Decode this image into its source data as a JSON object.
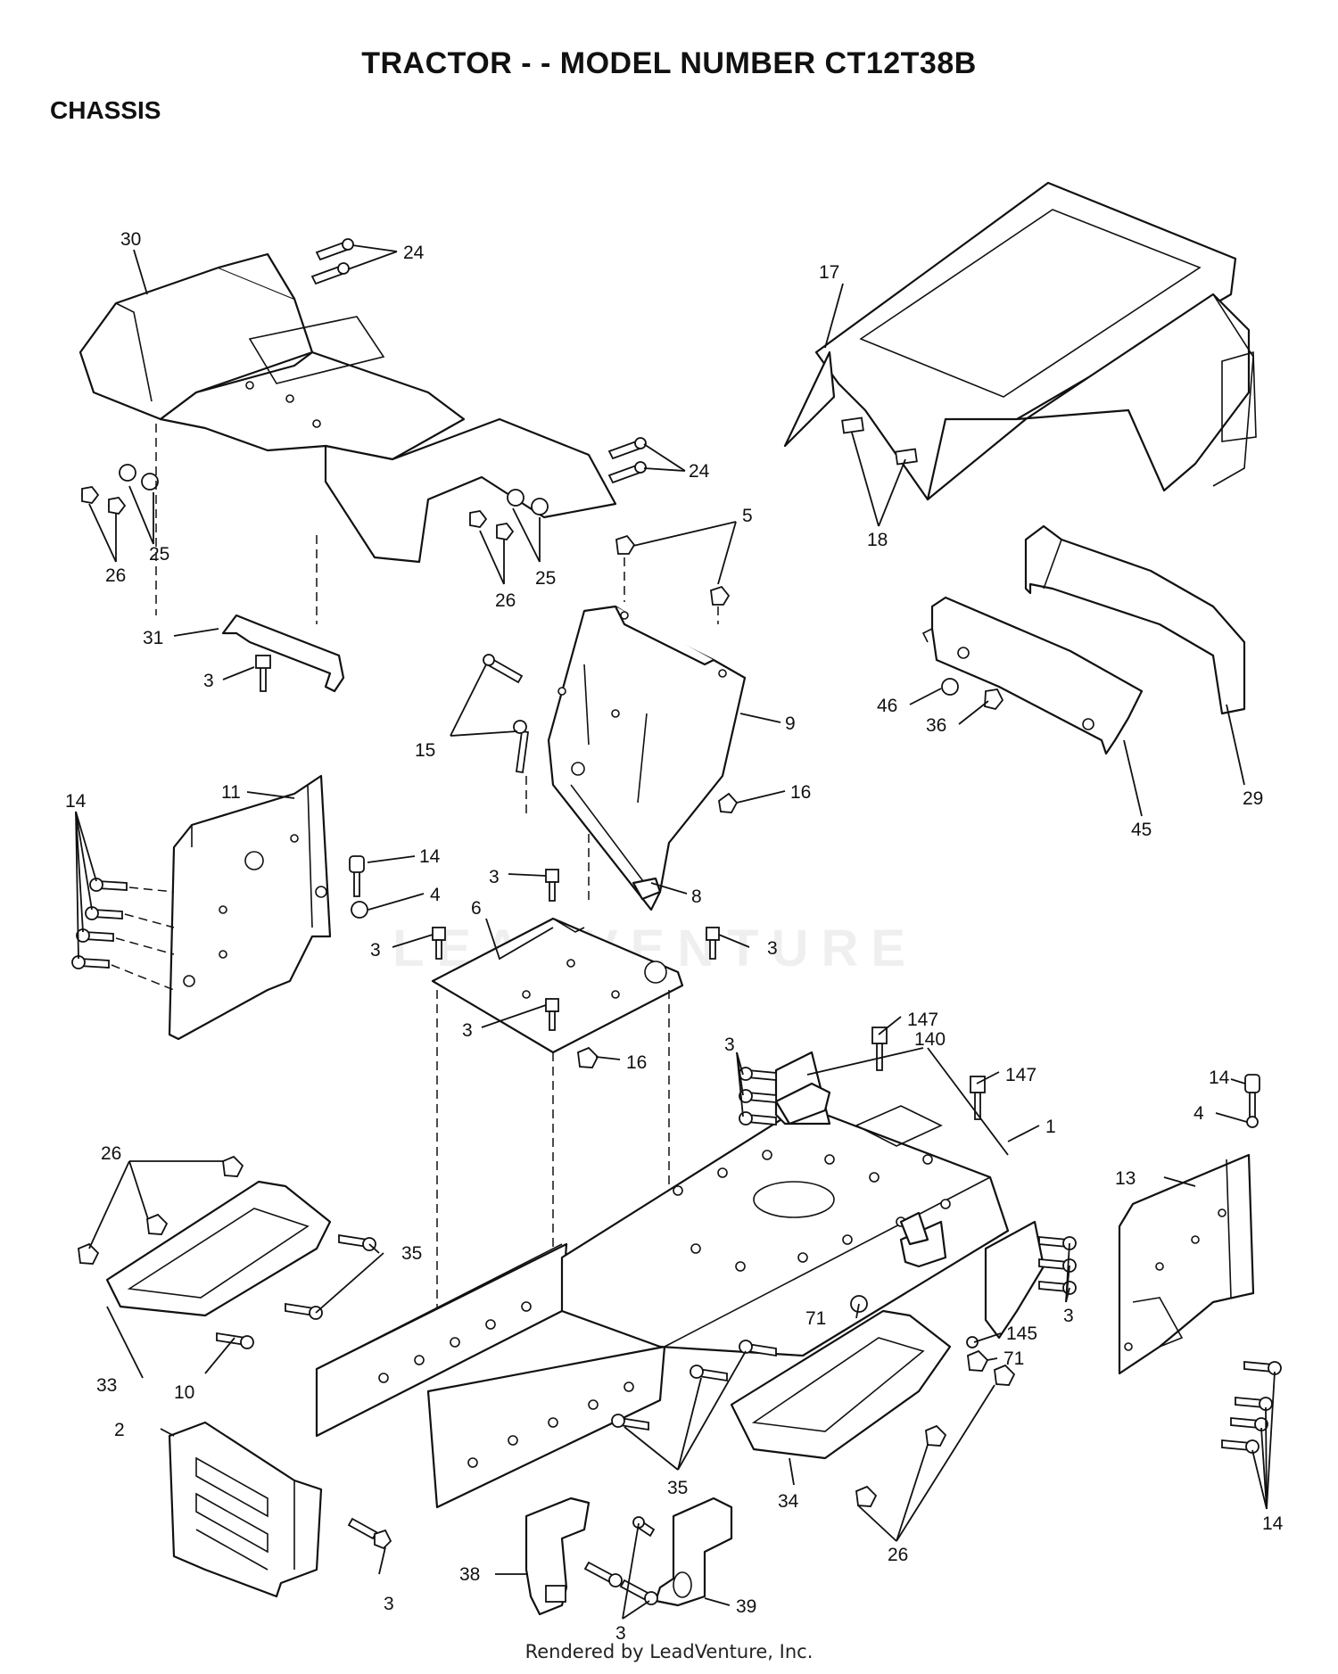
{
  "header": {
    "title": "TRACTOR - - MODEL NUMBER CT12T38B",
    "section": "CHASSIS"
  },
  "watermark": "LEADVENTURE",
  "footer": "Rendered by LeadVenture, Inc.",
  "callouts": [
    {
      "id": "c30",
      "text": "30"
    },
    {
      "id": "c24a",
      "text": "24"
    },
    {
      "id": "c17",
      "text": "17"
    },
    {
      "id": "c24b",
      "text": "24"
    },
    {
      "id": "c18",
      "text": "18"
    },
    {
      "id": "c5",
      "text": "5"
    },
    {
      "id": "c25a",
      "text": "25"
    },
    {
      "id": "c26a",
      "text": "26"
    },
    {
      "id": "c26b",
      "text": "26"
    },
    {
      "id": "c25b",
      "text": "25"
    },
    {
      "id": "c31",
      "text": "31"
    },
    {
      "id": "c3a",
      "text": "3"
    },
    {
      "id": "c9",
      "text": "9"
    },
    {
      "id": "c46",
      "text": "46"
    },
    {
      "id": "c36",
      "text": "36"
    },
    {
      "id": "c29",
      "text": "29"
    },
    {
      "id": "c45",
      "text": "45"
    },
    {
      "id": "c15",
      "text": "15"
    },
    {
      "id": "c16a",
      "text": "16"
    },
    {
      "id": "c14a",
      "text": "14"
    },
    {
      "id": "c11",
      "text": "11"
    },
    {
      "id": "c14b",
      "text": "14"
    },
    {
      "id": "c4a",
      "text": "4"
    },
    {
      "id": "c3b",
      "text": "3"
    },
    {
      "id": "c8",
      "text": "8"
    },
    {
      "id": "c6",
      "text": "6"
    },
    {
      "id": "c3c",
      "text": "3"
    },
    {
      "id": "c3d",
      "text": "3"
    },
    {
      "id": "c3e",
      "text": "3"
    },
    {
      "id": "c16b",
      "text": "16"
    },
    {
      "id": "c147a",
      "text": "147"
    },
    {
      "id": "c140",
      "text": "140"
    },
    {
      "id": "c147b",
      "text": "147"
    },
    {
      "id": "c3f",
      "text": "3"
    },
    {
      "id": "c14c",
      "text": "14"
    },
    {
      "id": "c4b",
      "text": "4"
    },
    {
      "id": "c1",
      "text": "1"
    },
    {
      "id": "c13",
      "text": "13"
    },
    {
      "id": "c26c",
      "text": "26"
    },
    {
      "id": "c35a",
      "text": "35"
    },
    {
      "id": "c3g",
      "text": "3"
    },
    {
      "id": "c71a",
      "text": "71"
    },
    {
      "id": "c145",
      "text": "145"
    },
    {
      "id": "c71b",
      "text": "71"
    },
    {
      "id": "c33",
      "text": "33"
    },
    {
      "id": "c10",
      "text": "10"
    },
    {
      "id": "c2",
      "text": "2"
    },
    {
      "id": "c35b",
      "text": "35"
    },
    {
      "id": "c34",
      "text": "34"
    },
    {
      "id": "c14d",
      "text": "14"
    },
    {
      "id": "c38",
      "text": "38"
    },
    {
      "id": "c26d",
      "text": "26"
    },
    {
      "id": "c3h",
      "text": "3"
    },
    {
      "id": "c3i",
      "text": "3"
    },
    {
      "id": "c39",
      "text": "39"
    }
  ]
}
